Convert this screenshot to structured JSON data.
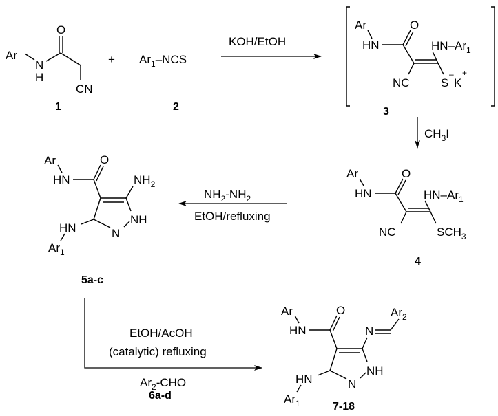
{
  "compounds": {
    "c1": {
      "label": "1",
      "atoms": {
        "ar": "Ar",
        "n": "N",
        "h": "H",
        "o": "O",
        "cn": "CN"
      }
    },
    "c2": {
      "label": "2",
      "formula": {
        "ar": "Ar",
        "sub": "1",
        "rest": "–NCS"
      }
    },
    "c3": {
      "label": "3",
      "atoms": {
        "ar": "Ar",
        "hn": "HN",
        "o": "O",
        "hn2": "HN–Ar",
        "hn2_sub": "1",
        "nc": "NC",
        "s": "S",
        "s_charge": "–",
        "k": "K",
        "k_charge": "+"
      }
    },
    "c4": {
      "label": "4",
      "atoms": {
        "ar": "Ar",
        "hn": "HN",
        "o": "O",
        "hn2": "HN–Ar",
        "hn2_sub": "1",
        "nc": "NC",
        "sch": "SCH",
        "sch_sub": "3"
      }
    },
    "c5": {
      "label": "5a-c",
      "atoms": {
        "ar": "Ar",
        "hn": "HN",
        "o": "O",
        "nh2": "NH",
        "nh2_sub": "2",
        "nh": "NH",
        "n": "N",
        "hn2": "HN",
        "ar1": "Ar",
        "ar1_sub": "1"
      }
    },
    "c6": {
      "label": "6a-d",
      "formula": {
        "ar": "Ar",
        "sub": "2",
        "rest": "-CHO"
      }
    },
    "c7": {
      "label": "7-18",
      "atoms": {
        "ar": "Ar",
        "hn": "HN",
        "o": "O",
        "n_imine": "N",
        "ar2": "Ar",
        "ar2_sub": "2",
        "nh": "NH",
        "n": "N",
        "hn2": "HN",
        "ar1": "Ar",
        "ar1_sub": "1"
      }
    }
  },
  "plus_sign": "+",
  "steps": {
    "step1": {
      "reagent": "KOH/EtOH"
    },
    "step2": {
      "reagent_pre": "CH",
      "reagent_sub": "3",
      "reagent_post": "I"
    },
    "step3": {
      "reagent_a": "NH",
      "reagent_a_sub": "2",
      "reagent_b": "-NH",
      "reagent_b_sub": "2",
      "conditions": "EtOH/refluxing"
    },
    "step4": {
      "conditions_line1": "EtOH/AcOH",
      "conditions_line2": "(catalytic) refluxing"
    }
  }
}
